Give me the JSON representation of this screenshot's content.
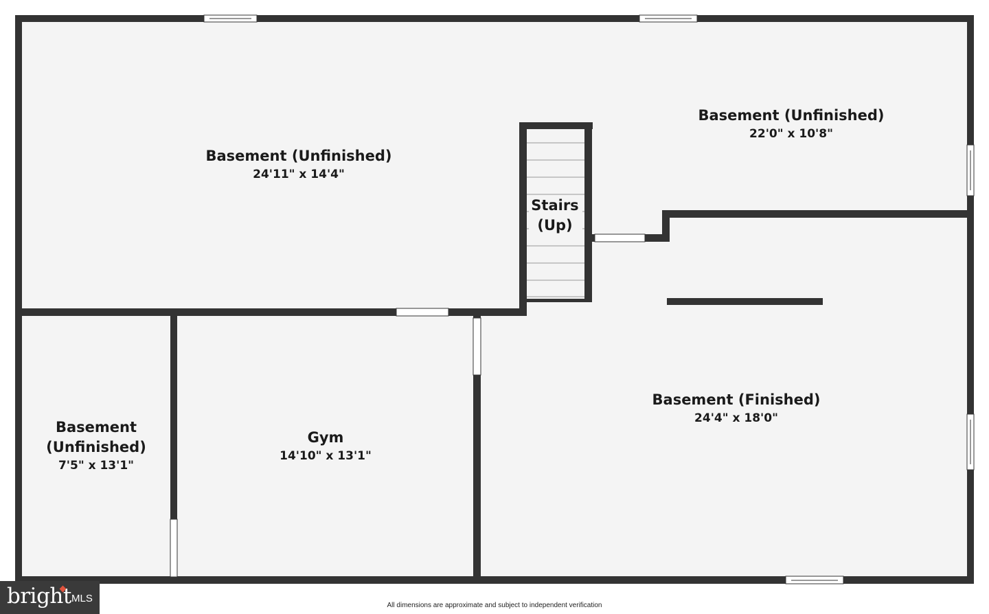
{
  "rooms": [
    {
      "id": "basement-unfinished-main",
      "name": "Basement (Unfinished)",
      "dims": "24'11\" x 14'4\""
    },
    {
      "id": "basement-unfinished-ne",
      "name": "Basement (Unfinished)",
      "dims": "22'0\" x 10'8\""
    },
    {
      "id": "stairs",
      "name_line1": "Stairs",
      "name_line2": "(Up)"
    },
    {
      "id": "basement-unfinished-sw",
      "name_line1": "Basement",
      "name_line2": "(Unfinished)",
      "dims": "7'5\" x 13'1\""
    },
    {
      "id": "gym",
      "name": "Gym",
      "dims": "14'10\" x 13'1\""
    },
    {
      "id": "basement-finished",
      "name": "Basement (Finished)",
      "dims": "24'4\" x 18'0\""
    }
  ],
  "disclaimer": "All dimensions are approximate and subject to independent verification",
  "logo": {
    "word": "bright",
    "suffix": "MLS"
  },
  "colors": {
    "wall": "#333333",
    "floor": "#f4f4f4",
    "opening": "#ffffff",
    "accent": "#e0533d"
  }
}
